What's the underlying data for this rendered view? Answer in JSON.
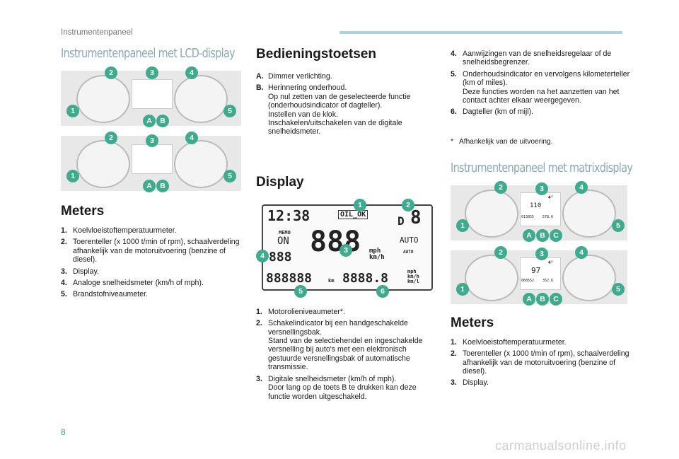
{
  "header": {
    "section_title": "Instrumentenpaneel"
  },
  "page_number": "8",
  "watermark": "carmanualsonline.info",
  "lcd_section": {
    "title": "Instrumentenpaneel met LCD-display",
    "meters_title": "Meters",
    "items": [
      {
        "num": "1.",
        "text": "Koelvloeistoftemperatuurmeter."
      },
      {
        "num": "2.",
        "text": "Toerenteller (x 1000 t/min of rpm), schaalverdeling afhankelijk van de motoruitvoering (benzine of diesel)."
      },
      {
        "num": "3.",
        "text": "Display."
      },
      {
        "num": "4.",
        "text": "Analoge snelheidsmeter (km/h of mph)."
      },
      {
        "num": "5.",
        "text": "Brandstofniveaumeter."
      }
    ]
  },
  "buttons_section": {
    "title": "Bedieningstoetsen",
    "items": [
      {
        "num": "A.",
        "text": "Dimmer verlichting."
      },
      {
        "num": "B.",
        "text": "Herinnering onderhoud.\nOp nul zetten van de geselecteerde functie (onderhoudsindicator of dagteller).\nInstellen van de klok.\nInschakelen/uitschakelen van de digitale snelheidsmeter."
      }
    ]
  },
  "display_section": {
    "title": "Display",
    "lcd": {
      "clock": "12:38",
      "oil": "OIL_OK",
      "memo": "MEMO",
      "on": "ON",
      "speed": "888",
      "speed_unit": "mph\nkm/h",
      "auto": "AUTO",
      "auto_small": "AUTO",
      "gear": "D",
      "gear_num": "8",
      "small_digits": "888",
      "odometer": "888888",
      "odo_unit": "km",
      "trip": "8888.8",
      "trip_unit": "mph\nkm/h\nkm/l"
    },
    "items": [
      {
        "num": "1.",
        "text": "Motorolieniveaumeter*."
      },
      {
        "num": "2.",
        "text": "Schakelindicator bij een handgeschakelde versnellingsbak.\nStand van de selectiehendel en ingeschakelde versnelling bij auto's met een elektronisch gestuurde versnellingsbak of automatische transmissie."
      },
      {
        "num": "3.",
        "text": "Digitale snelheidsmeter (km/h of mph).\nDoor lang op de toets B te drukken kan deze functie worden uitgeschakeld."
      }
    ]
  },
  "col3_items": [
    {
      "num": "4.",
      "text": "Aanwijzingen van de snelheidsregelaar of de snelheidsbegrenzer."
    },
    {
      "num": "5.",
      "text": "Onderhoudsindicator en vervolgens kilometerteller (km of miles).\nDeze functies worden na het aanzetten van het contact achter elkaar weergegeven."
    },
    {
      "num": "6.",
      "text": "Dagteller (km of mijl)."
    }
  ],
  "footnote": {
    "mark": "*",
    "text": "Afhankelijk van de uitvoering."
  },
  "matrix_section": {
    "title": "Instrumentenpaneel met matrixdisplay",
    "meters_title": "Meters",
    "items": [
      {
        "num": "1.",
        "text": "Koelvloeistoftemperatuurmeter."
      },
      {
        "num": "2.",
        "text": "Toerenteller (x 1000 t/min of rpm), schaalverdeling afhankelijk van de motoruitvoering (benzine of diesel)."
      },
      {
        "num": "3.",
        "text": "Display."
      }
    ],
    "panel1": {
      "speed": "110",
      "temp": "4°",
      "odo": "013855",
      "trip": "578.6"
    },
    "panel2": {
      "speed": "97",
      "temp": "4°",
      "odo": "068552",
      "trip": "352.6"
    }
  },
  "callouts": {
    "c1": "1",
    "c2": "2",
    "c3": "3",
    "c4": "4",
    "c5": "5",
    "c6": "6",
    "cA": "A",
    "cB": "B",
    "cC": "C"
  },
  "colors": {
    "callout": "#3eab8e",
    "title_condensed": "#8aa9b6",
    "accent": "#3a9bc1"
  }
}
